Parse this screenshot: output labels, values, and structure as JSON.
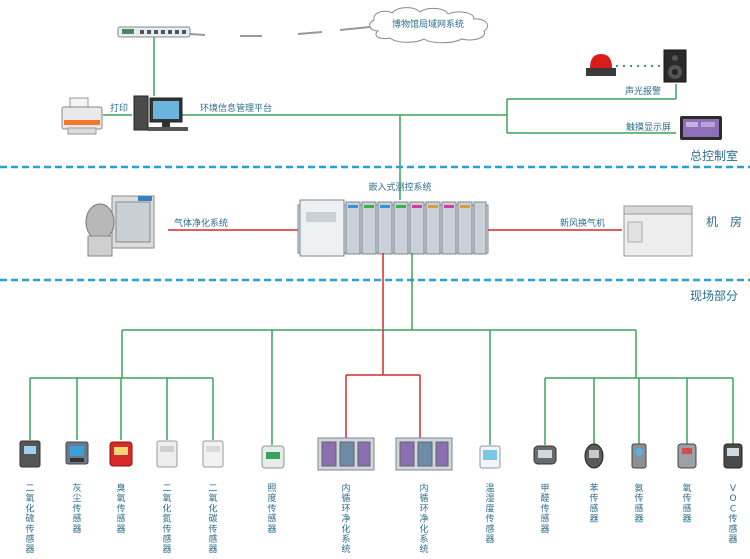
{
  "labels": {
    "lan": "博物馆局域网系统",
    "print": "打印",
    "env_platform": "环境信息管理平台",
    "alarm": "声光报警",
    "touch": "触摸显示屏",
    "embedded": "嵌入式测控系统",
    "gas_purify": "气体净化系统",
    "fresh_air": "新风换气机"
  },
  "zones": {
    "control_room": "总控制室",
    "machine_room": "机　房",
    "field": "现场部分"
  },
  "sensors": [
    {
      "name": "二氧化硫传感器"
    },
    {
      "name": "灰尘传感器"
    },
    {
      "name": "臭氧传感器"
    },
    {
      "name": "二氧化氮传感器"
    },
    {
      "name": "二氧化碳传感器"
    },
    {
      "name": "照度传感器"
    },
    {
      "name": "内循环净化系统"
    },
    {
      "name": "内循环净化系统"
    },
    {
      "name": "温湿度传感器"
    },
    {
      "name": "甲醛传感器"
    },
    {
      "name": "苯传感器"
    },
    {
      "name": "氨传感器"
    },
    {
      "name": "氧传感器"
    },
    {
      "name": "VOC传感器"
    }
  ],
  "colors": {
    "green_line": "#3aa35a",
    "red_line": "#d42a2a",
    "dash_blue": "#2a9fd6",
    "text": "#2b6e8c"
  }
}
